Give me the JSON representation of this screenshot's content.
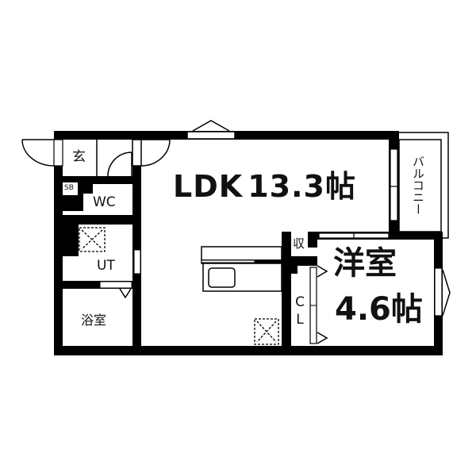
{
  "floorplan": {
    "colors": {
      "wall": "#000000",
      "background": "#ffffff",
      "text": "#111111"
    },
    "rooms": {
      "ldk": {
        "name": "LDK",
        "size": "13.3",
        "unit": "帖"
      },
      "western_room": {
        "name": "洋室",
        "size": "4.6",
        "unit": "帖"
      },
      "entrance": {
        "name": "玄"
      },
      "shoe_box": {
        "name": "SB"
      },
      "toilet": {
        "name": "WC"
      },
      "utility": {
        "name": "UT"
      },
      "bathroom": {
        "name": "浴室"
      },
      "storage": {
        "name": "収"
      },
      "closet": {
        "line1": "C",
        "line2": "L"
      },
      "balcony": {
        "name": "バルコニー"
      }
    }
  }
}
